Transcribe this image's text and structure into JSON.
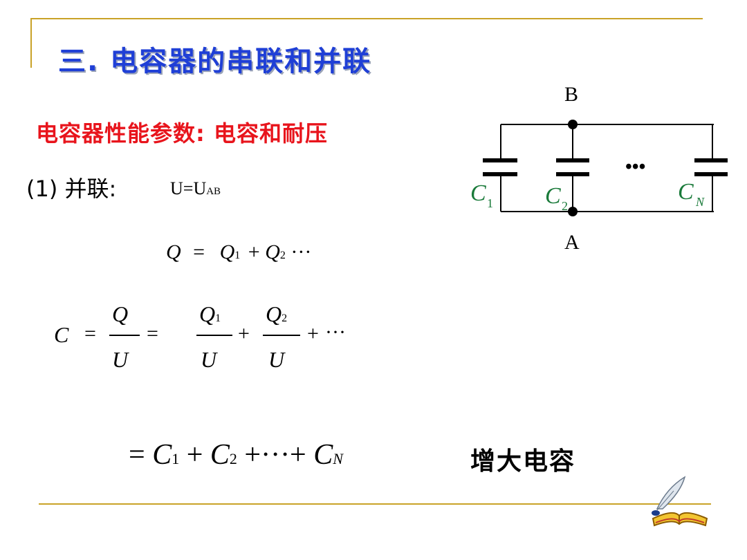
{
  "slide": {
    "title": "三. 电容器的串联和并联",
    "subtitle": "电容器性能参数:   电容和耐压",
    "section": "(1) 并联:",
    "u_eq_main": "U=U",
    "u_eq_sub": "AB",
    "conclusion": "增大电容"
  },
  "circuit": {
    "node_top": "B",
    "node_bottom": "A",
    "ellipsis": "•••",
    "c1": "C",
    "c1_sub": "1",
    "c2": "C",
    "c2_sub": "2",
    "cn": "C",
    "cn_sub": "N",
    "label_color": "#1a7a3a"
  },
  "formulas": {
    "q": "Q",
    "eq": "=",
    "q1": "Q",
    "sub1": "1",
    "plus": "+",
    "q2": "Q",
    "sub2": "2",
    "dots": "···",
    "c": "C",
    "u": "U",
    "c_n_sub": "N",
    "plus_dots": "+···+"
  },
  "colors": {
    "title": "#1f3fd6",
    "subtitle": "#e8141c",
    "rule": "#c9a227"
  }
}
